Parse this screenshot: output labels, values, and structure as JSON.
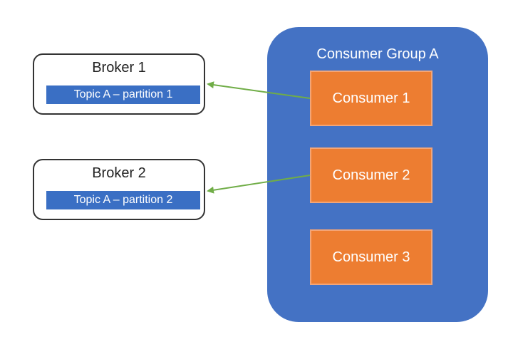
{
  "brokers": [
    {
      "title": "Broker 1",
      "partition": "Topic A – partition 1"
    },
    {
      "title": "Broker 2",
      "partition": "Topic A – partition 2"
    }
  ],
  "consumer_group": {
    "title": "Consumer Group A",
    "consumers": [
      "Consumer 1",
      "Consumer 2",
      "Consumer 3"
    ]
  },
  "colors": {
    "group_fill": "#4472c4",
    "consumer_fill": "#ed7d31",
    "partition_fill": "#3a6fc4",
    "arrow": "#70ad47"
  }
}
